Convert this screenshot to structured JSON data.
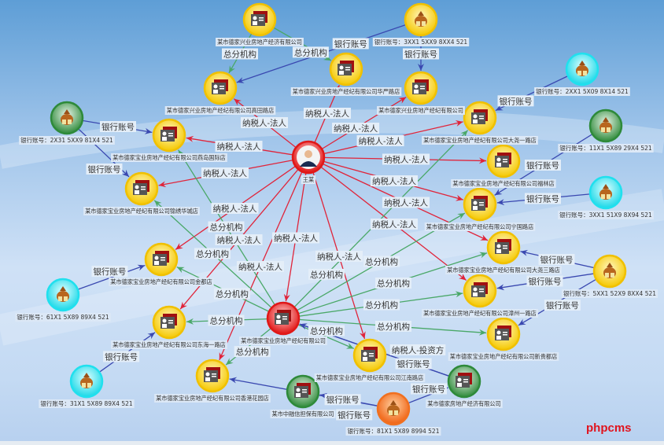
{
  "colors": {
    "legal": "#e0243a",
    "branch": "#4aa868",
    "bank": "#3a48b0",
    "investor": "#2a3aa8"
  },
  "watermark": "phpcms",
  "nodes": [
    {
      "id": "p",
      "type": "person",
      "ring": "red",
      "label": "王某"
    },
    {
      "id": "c1",
      "type": "company",
      "ring": "yellow",
      "label": "某市德家兴业房地产经济有限公司"
    },
    {
      "id": "c2",
      "type": "company",
      "ring": "yellow",
      "label": "某市德家兴业房地产经纪有限公司华严路店"
    },
    {
      "id": "c3",
      "type": "company",
      "ring": "yellow",
      "label": "某市德家兴业房地产经纪有限公司高田路店"
    },
    {
      "id": "c4",
      "type": "company",
      "ring": "yellow",
      "label": "某市德家兴业房地产经纪有限公司"
    },
    {
      "id": "c5",
      "type": "company",
      "ring": "yellow",
      "label": "某市德家宝业房地产经纪有限公司燕岛国际店"
    },
    {
      "id": "c6",
      "type": "company",
      "ring": "yellow",
      "label": "某市德家宝业房地产经纪有限公司锦绣华城店"
    },
    {
      "id": "c7",
      "type": "company",
      "ring": "yellow",
      "label": "某市德家宝业房地产经纪有限公司大尧一路店"
    },
    {
      "id": "c8",
      "type": "company",
      "ring": "yellow",
      "label": "某市德家宝业房地产经纪有限公司福林店"
    },
    {
      "id": "c9",
      "type": "company",
      "ring": "yellow",
      "label": "某市德家宝业房地产经纪有限公司宁国路店"
    },
    {
      "id": "c10",
      "type": "company",
      "ring": "yellow",
      "label": "某市德家宝业房地产经纪有限公司大尧三路店"
    },
    {
      "id": "c11",
      "type": "company",
      "ring": "yellow",
      "label": "某市德家宝业房地产经纪有限公司漳州一路店"
    },
    {
      "id": "c12",
      "type": "company",
      "ring": "yellow",
      "label": "某市德家宝业房地产经纪有限公司新贵都店"
    },
    {
      "id": "c13",
      "type": "company",
      "ring": "yellow",
      "label": "某市德家宝业房地产经纪有限公司金都店"
    },
    {
      "id": "c14",
      "type": "company",
      "ring": "red",
      "label": "某市德家宝业房地产经纪有限公司"
    },
    {
      "id": "c15",
      "type": "company",
      "ring": "yellow",
      "label": "某市德家宝业房地产经纪有限公司东海一路店"
    },
    {
      "id": "c16",
      "type": "company",
      "ring": "yellow",
      "label": "某市德家宝业房地产经纪有限公司香港花园店"
    },
    {
      "id": "c17",
      "type": "company",
      "ring": "yellow",
      "label": "某市德家宝业房地产经纪有限公司江南路店"
    },
    {
      "id": "c18",
      "type": "company",
      "ring": "green",
      "label": "某市德家房地产经济有限公司"
    },
    {
      "id": "c19",
      "type": "company",
      "ring": "green",
      "label": "某市中融信担保有限公司"
    },
    {
      "id": "b1",
      "type": "bank",
      "ring": "yellow",
      "label": "银行账号：3XX1 5XX9 8XX4 521"
    },
    {
      "id": "b2",
      "type": "bank",
      "ring": "cyan",
      "label": "银行账号：2XX1 5X09 8X14 521"
    },
    {
      "id": "b3",
      "type": "bank",
      "ring": "green",
      "label": "银行账号：11X1 5X89 29X4 521"
    },
    {
      "id": "b4",
      "type": "bank",
      "ring": "cyan",
      "label": "银行账号：3XX1 51X9 8X94 521"
    },
    {
      "id": "b5",
      "type": "bank",
      "ring": "yellow",
      "label": "银行账号：5XX1 52X9 8XX4 521"
    },
    {
      "id": "b6",
      "type": "bank",
      "ring": "green",
      "label": "银行账号：2X31 5XX9 81X4 521"
    },
    {
      "id": "b7",
      "type": "bank",
      "ring": "cyan",
      "label": "银行账号：61X1 5X89 89X4 521"
    },
    {
      "id": "b8",
      "type": "bank",
      "ring": "cyan",
      "label": "银行账号：31X1 5X89 89X4 521"
    },
    {
      "id": "b9",
      "type": "bank",
      "ring": "orange",
      "label": "银行账号：81X1 5X89 8994 521"
    }
  ],
  "edges": [
    {
      "from": "p",
      "to": "c2",
      "kind": "legal",
      "label": "纳税人-法人"
    },
    {
      "from": "p",
      "to": "c3",
      "kind": "legal",
      "label": "纳税人-法人"
    },
    {
      "from": "p",
      "to": "c4",
      "kind": "legal",
      "label": "纳税人-法人"
    },
    {
      "from": "p",
      "to": "c5",
      "kind": "legal",
      "label": "纳税人-法人"
    },
    {
      "from": "p",
      "to": "c6",
      "kind": "legal",
      "label": "纳税人-法人"
    },
    {
      "from": "p",
      "to": "c7",
      "kind": "legal",
      "label": "纳税人-法人"
    },
    {
      "from": "p",
      "to": "c8",
      "kind": "legal",
      "label": "纳税人-法人"
    },
    {
      "from": "p",
      "to": "c9",
      "kind": "legal",
      "label": "纳税人-法人"
    },
    {
      "from": "p",
      "to": "c10",
      "kind": "legal",
      "label": "纳税人-法人"
    },
    {
      "from": "p",
      "to": "c11",
      "kind": "legal",
      "label": "纳税人-法人"
    },
    {
      "from": "p",
      "to": "c13",
      "kind": "legal",
      "label": "纳税人-法人"
    },
    {
      "from": "p",
      "to": "c14",
      "kind": "legal",
      "label": "纳税人-法人"
    },
    {
      "from": "p",
      "to": "c15",
      "kind": "legal",
      "label": "纳税人-法人"
    },
    {
      "from": "p",
      "to": "c16",
      "kind": "legal",
      "label": "纳税人-法人"
    },
    {
      "from": "p",
      "to": "c17",
      "kind": "legal",
      "label": "纳税人-法人"
    },
    {
      "from": "c1",
      "to": "c3",
      "kind": "branch",
      "label": "总分机构"
    },
    {
      "from": "c1",
      "to": "c2",
      "kind": "branch",
      "label": "总分机构"
    },
    {
      "from": "c14",
      "to": "c5",
      "kind": "branch",
      "label": "总分机构"
    },
    {
      "from": "c14",
      "to": "c6",
      "kind": "branch",
      "label": "总分机构"
    },
    {
      "from": "c14",
      "to": "c13",
      "kind": "branch",
      "label": "总分机构"
    },
    {
      "from": "c14",
      "to": "c15",
      "kind": "branch",
      "label": "总分机构"
    },
    {
      "from": "c14",
      "to": "c16",
      "kind": "branch",
      "label": "总分机构"
    },
    {
      "from": "c14",
      "to": "c17",
      "kind": "branch",
      "label": "总分机构"
    },
    {
      "from": "c14",
      "to": "c7",
      "kind": "branch",
      "label": "总分机构"
    },
    {
      "from": "c14",
      "to": "c9",
      "kind": "branch",
      "label": "总分机构"
    },
    {
      "from": "c14",
      "to": "c10",
      "kind": "branch",
      "label": "总分机构"
    },
    {
      "from": "c14",
      "to": "c11",
      "kind": "branch",
      "label": "总分机构"
    },
    {
      "from": "c14",
      "to": "c12",
      "kind": "branch",
      "label": "总分机构"
    },
    {
      "from": "c18",
      "to": "c14",
      "kind": "investor",
      "label": "纳税人-投资方"
    },
    {
      "from": "b1",
      "to": "c3",
      "kind": "bank",
      "label": "银行账号"
    },
    {
      "from": "b1",
      "to": "c4",
      "kind": "bank",
      "label": "银行账号"
    },
    {
      "from": "b2",
      "to": "c7",
      "kind": "bank",
      "label": "银行账号"
    },
    {
      "from": "b3",
      "to": "c9",
      "kind": "bank",
      "label": "银行账号"
    },
    {
      "from": "b4",
      "to": "c9",
      "kind": "bank",
      "label": "银行账号"
    },
    {
      "from": "b5",
      "to": "c11",
      "kind": "bank",
      "label": "银行账号"
    },
    {
      "from": "b5",
      "to": "c12",
      "kind": "bank",
      "label": "银行账号"
    },
    {
      "from": "b5",
      "to": "c10",
      "kind": "bank",
      "label": "银行账号"
    },
    {
      "from": "b6",
      "to": "c5",
      "kind": "bank",
      "label": "银行账号"
    },
    {
      "from": "b6",
      "to": "c6",
      "kind": "bank",
      "label": "银行账号"
    },
    {
      "from": "b7",
      "to": "c13",
      "kind": "bank",
      "label": "银行账号"
    },
    {
      "from": "b8",
      "to": "c15",
      "kind": "bank",
      "label": "银行账号"
    },
    {
      "from": "b9",
      "to": "c16",
      "kind": "bank",
      "label": "银行账号"
    },
    {
      "from": "b9",
      "to": "c18",
      "kind": "bank",
      "label": "银行账号"
    },
    {
      "from": "b9",
      "to": "c19",
      "kind": "bank",
      "label": "银行账号"
    },
    {
      "from": "c18",
      "to": "c14",
      "kind": "bank",
      "label": "银行账号"
    }
  ]
}
